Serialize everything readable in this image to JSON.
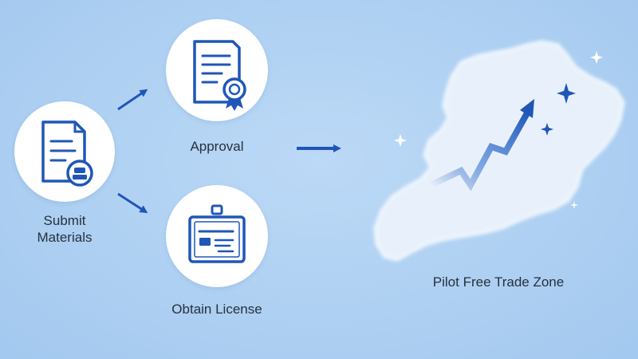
{
  "steps": {
    "submit": {
      "line1": "Submit",
      "line2": "Materials"
    },
    "approval": {
      "label": "Approval"
    },
    "license": {
      "label": "Obtain License"
    }
  },
  "destination": {
    "label": "Pilot Free Trade Zone"
  },
  "icons": {
    "submit": "document-with-seal-icon",
    "approval": "certificate-with-ribbon-icon",
    "license": "license-card-icon",
    "map": "region-map-icon",
    "growth": "upward-trend-arrow-icon",
    "sparkle": "sparkle-icon"
  },
  "colors": {
    "background": "#aed0f2",
    "accent": "#1f56b8",
    "node_fill": "#ffffff",
    "text": "#25313f"
  }
}
